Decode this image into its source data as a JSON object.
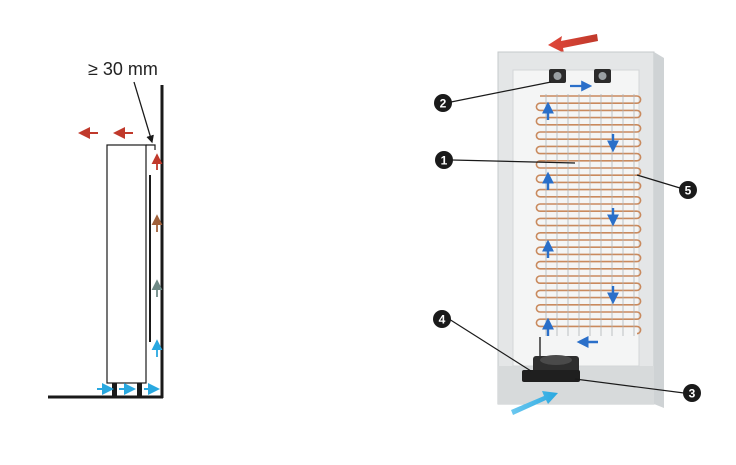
{
  "clearance_label": "≥ 30 mm",
  "callouts": [
    {
      "id": "2",
      "label": "2"
    },
    {
      "id": "1",
      "label": "1"
    },
    {
      "id": "5",
      "label": "5"
    },
    {
      "id": "4",
      "label": "4"
    },
    {
      "id": "3",
      "label": "3"
    }
  ],
  "colors": {
    "warm_air": "#c0392b",
    "cool_air": "#29a8e0",
    "mid_air": "#7a8a8a",
    "coolant_flow": "#2a6fc9",
    "coil": "#c98a5e",
    "wall": "#1a1a1a"
  }
}
